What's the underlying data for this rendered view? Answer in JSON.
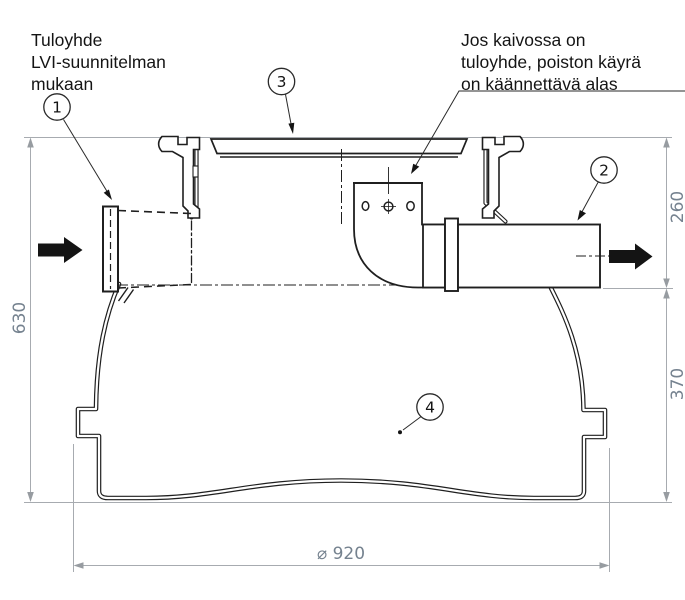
{
  "drawing": {
    "type": "technical-section-drawing",
    "subject": "pump well / drain sump cross-section"
  },
  "annotations": {
    "inlet_note_lines": [
      "Tuloyhde",
      "LVI-suunnitelman",
      "mukaan"
    ],
    "outlet_note_lines": [
      "Jos kaivossa on",
      "tuloyhde, poiston käyrä",
      "on käännettävä alas"
    ]
  },
  "callouts": {
    "inlet": "1",
    "outlet": "2",
    "lid": "3",
    "tank": "4"
  },
  "dimensions": {
    "total_height": "630",
    "outlet_invert": "260",
    "lower_body": "370",
    "diameter": "⌀ 920"
  },
  "colors": {
    "drawing_line": "#1f1f1f",
    "dimension_line": "#a7abb0",
    "dimension_text": "#75828f",
    "background": "#ffffff"
  }
}
